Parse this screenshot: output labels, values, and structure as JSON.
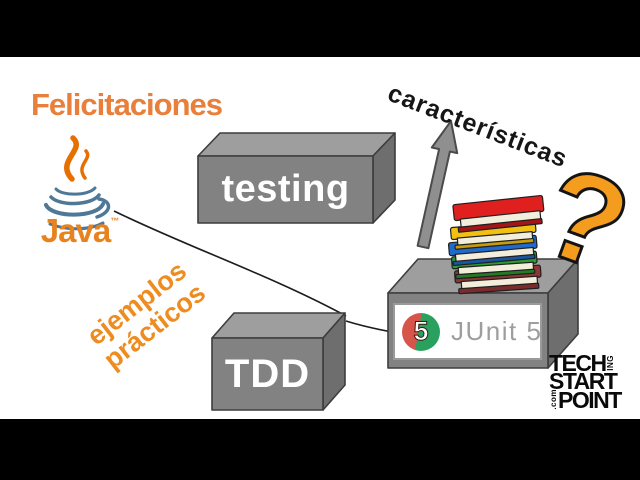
{
  "slide": {
    "congrats_text": "Felicitaciones",
    "features_text": "características",
    "examples": {
      "line1": "ejemplos",
      "line2": "prácticos"
    },
    "question_mark": "?",
    "boxes": {
      "testing_label": "testing",
      "tdd_label": "TDD",
      "junit": {
        "digit": "5",
        "label": "JUnit 5"
      }
    },
    "java": {
      "wordmark": "Java",
      "trademark": "™"
    },
    "brand": {
      "line1_main": "TECH",
      "line1_vertical": "ING",
      "line2_main": "START",
      "line3_vertical": ".com",
      "line3_main": "POINT"
    },
    "icons": [
      "java-logo",
      "up-arrow-icon",
      "books-icon",
      "question-mark",
      "connector-curve"
    ],
    "colors": {
      "background": "#ffffff",
      "letterbox": "#000000",
      "orange_heading": "#e87f3a",
      "orange_accent": "#ee8c1f",
      "black_text": "#161616",
      "box_gray_front": "#828282",
      "box_gray_top": "#9e9e9e",
      "box_gray_side": "#6e6e6e",
      "arrow_gray": "#8f8f8f",
      "junit_red": "#d6544a",
      "junit_green": "#2aa05e",
      "junit_text_gray": "#9e9e9e",
      "java_blue": "#4e7896",
      "java_orange": "#e76f00",
      "book_colors": [
        "#8e3535",
        "#2c9b30",
        "#2069cd",
        "#f2c012",
        "#e0201f"
      ],
      "pages_cream": "#f3eedb"
    }
  }
}
